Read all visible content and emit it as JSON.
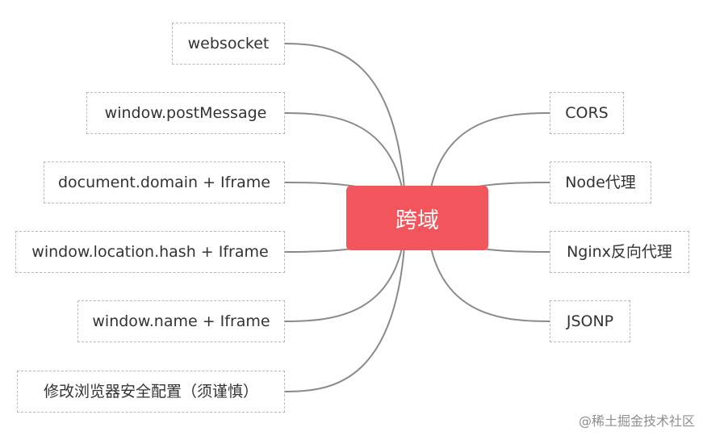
{
  "center": {
    "label": "跨域"
  },
  "left_nodes": [
    {
      "label": "websocket"
    },
    {
      "label": "window.postMessage"
    },
    {
      "label": "document.domain + Iframe"
    },
    {
      "label": "window.location.hash + Iframe"
    },
    {
      "label": "window.name + Iframe"
    },
    {
      "label": "修改浏览器安全配置（须谨慎）"
    }
  ],
  "right_nodes": [
    {
      "label": "CORS"
    },
    {
      "label": "Node代理"
    },
    {
      "label": "Nginx反向代理"
    },
    {
      "label": "JSONP"
    }
  ],
  "colors": {
    "center": "#f2555c",
    "connector": "#8a8a8a",
    "border": "#b9b9b9"
  },
  "watermark": "@稀土掘金技术社区"
}
